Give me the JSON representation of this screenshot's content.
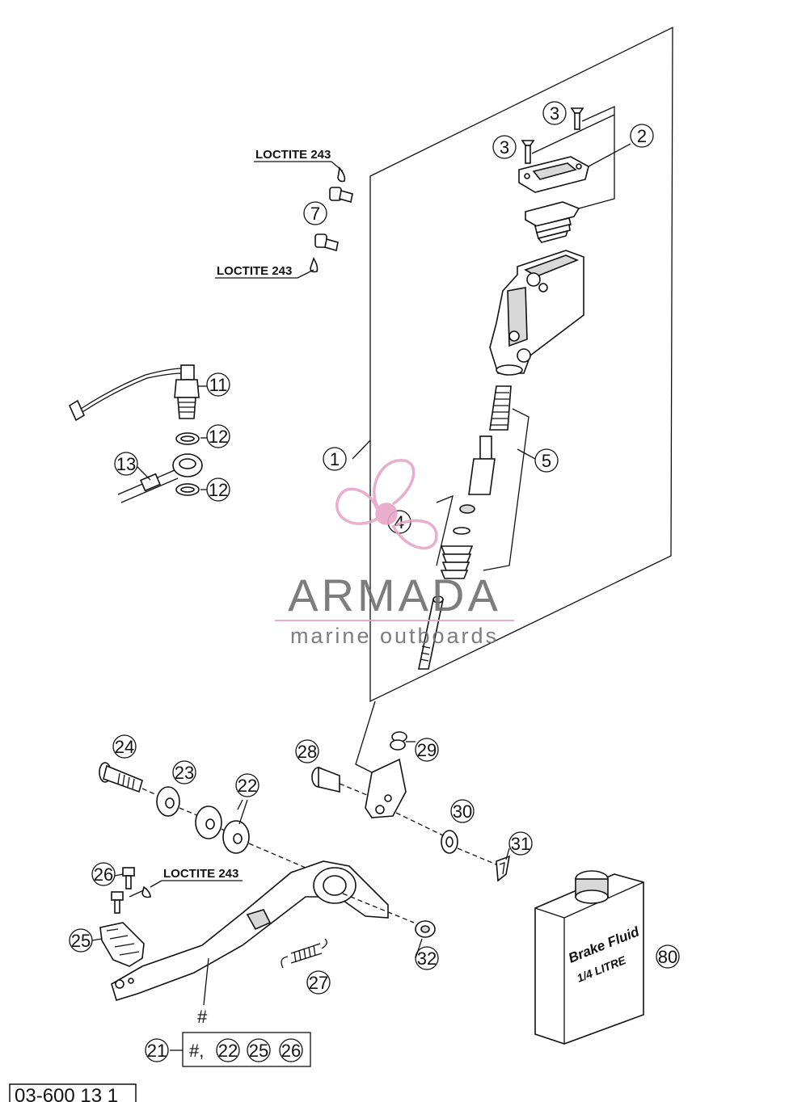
{
  "labels": {
    "p1": "1",
    "p2": "2",
    "p3a": "3",
    "p3b": "3",
    "p4": "4",
    "p5": "5",
    "p7": "7",
    "p11": "11",
    "p12a": "12",
    "p12b": "12",
    "p13": "13",
    "p21": "21",
    "p22": "22",
    "p22b": "22",
    "p23": "23",
    "p24": "24",
    "p25": "25",
    "p25b": "25",
    "p26": "26",
    "p26b": "26",
    "p27": "27",
    "p28": "28",
    "p29": "29",
    "p30": "30",
    "p31": "31",
    "p32": "32",
    "p80": "80"
  },
  "notes": {
    "loctite_top": "LOCTITE 243",
    "loctite_mid": "LOCTITE 243",
    "loctite_pedal": "LOCTITE 243",
    "hash_pedal": "#",
    "kit_hash": "#,"
  },
  "can": {
    "line1": "Brake Fluid",
    "line2": "1/4 LITRE"
  },
  "watermark": {
    "brand": "ARMADA",
    "tagline": "marine outboards",
    "logo_color": "#e8a6c8",
    "text_color": "#707070"
  },
  "doc_number": "03-600 13 1"
}
